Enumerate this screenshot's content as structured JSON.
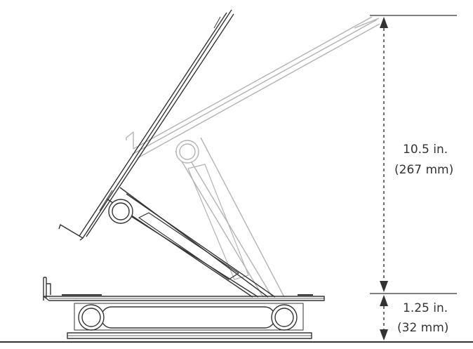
{
  "dimensions": {
    "raised_height": {
      "value": "10.5 in.",
      "metric": "(267 mm)"
    },
    "base_height": {
      "value": "1.25 in.",
      "metric": "(32 mm)"
    }
  },
  "colors": {
    "line_dark": "#333333",
    "line_light": "#b3b3b3",
    "line_mid": "#6e6e6e"
  }
}
